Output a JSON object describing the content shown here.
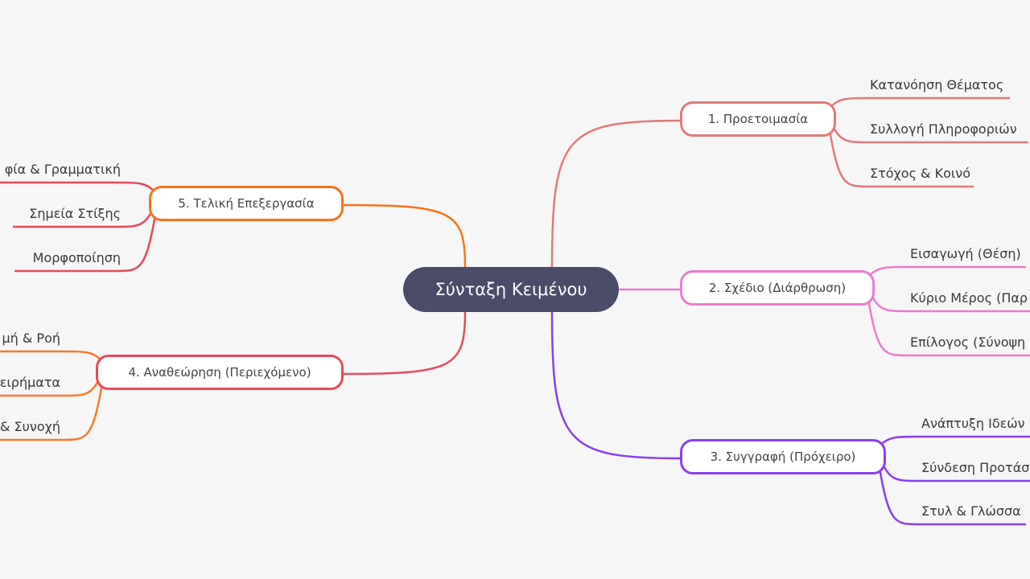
{
  "center": {
    "label": "Σύνταξη Κειμένου",
    "color": "#4a4c69"
  },
  "branches": [
    {
      "label": "1. Προετοιμασία",
      "color": "#e07a7a",
      "leaf_color": "#e07a7a",
      "leaves": [
        "Κατανόηση Θέματος",
        "Συλλογή Πληροφοριών",
        "Στόχος & Κοινό"
      ]
    },
    {
      "label": "2. Σχέδιο (Διάρθρωση)",
      "color": "#ec7bcf",
      "leaf_color": "#ec7bcf",
      "leaves": [
        "Εισαγωγή (Θέση)",
        "Κύριο Μέρος (Παρ",
        "Επίλογος (Σύνοψη"
      ]
    },
    {
      "label": "3. Συγγραφή (Πρόχειρο)",
      "color": "#8a3ff0",
      "leaf_color": "#8a3ff0",
      "leaves": [
        "Ανάπτυξη Ιδεών",
        "Σύνδεση Προτάσ",
        "Στυλ & Γλώσσα"
      ]
    },
    {
      "label": "4. Αναθεώρηση (Περιεχόμενο)",
      "color": "#e8495a",
      "leaf_color": "#f97a2a",
      "leaves": [
        "μή & Ροή",
        "ειρήματα",
        "& Συνοχή"
      ]
    },
    {
      "label": "5. Τελική Επεξεργασία",
      "color": "#f97316",
      "leaf_color": "#e8495a",
      "leaves": [
        "φία & Γραμματική",
        "Σημεία Στίξης",
        "Μορφοποίηση"
      ]
    }
  ]
}
